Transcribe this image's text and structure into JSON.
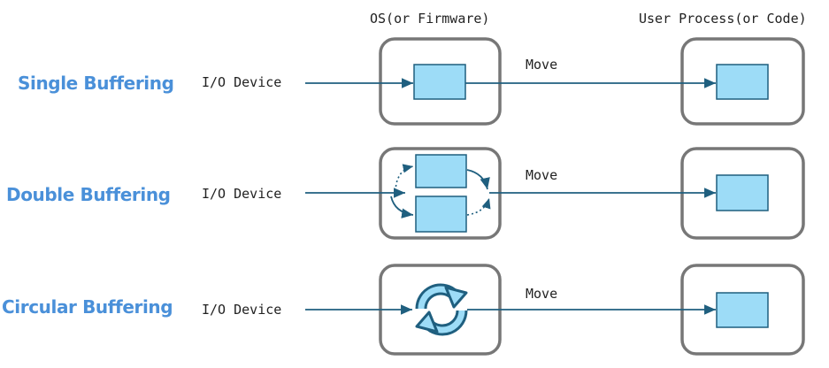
{
  "headers": {
    "os": "OS(or Firmware)",
    "user": "User Process(or Code)"
  },
  "rows": [
    {
      "title": "Single Buffering",
      "device": "I/O Device",
      "move": "Move"
    },
    {
      "title": "Double Buffering",
      "device": "I/O Device",
      "move": "Move"
    },
    {
      "title": "Circular Buffering",
      "device": "I/O Device",
      "move": "Move"
    }
  ],
  "colors": {
    "accent": "#4a90d9",
    "buffer_fill": "#9ddcf7",
    "buffer_stroke": "#1f5f7f",
    "arrow": "#1f5f7f",
    "box_stroke": "#777777"
  }
}
